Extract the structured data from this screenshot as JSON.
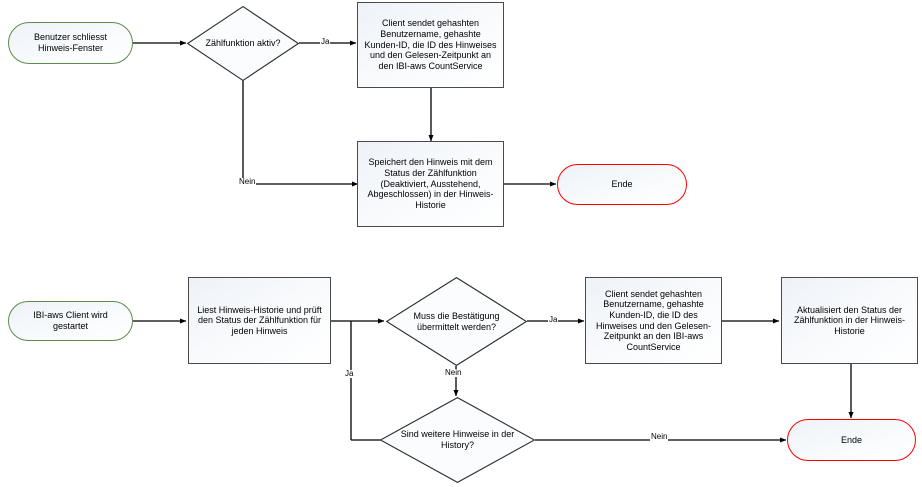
{
  "diagram": {
    "title": "Zaehlfunktion Hinweis Flussdiagramm",
    "colors": {
      "start_border": "#5d8b4c",
      "end_border": "#ff0000",
      "process_border": "#4a4a4a",
      "decision_border": "#2b2b2b",
      "edge": "#000000",
      "fill_light": "#eef2f8",
      "background": "#ffffff"
    },
    "flows": [
      {
        "id": "flow-close-hint-window",
        "nodes": [
          {
            "id": "n1",
            "type": "terminator-start",
            "label": "Benutzer schliesst Hinweis-Fenster"
          },
          {
            "id": "n2",
            "type": "decision",
            "label": "Zählfunktion aktiv?"
          },
          {
            "id": "n3",
            "type": "process",
            "label": "Client sendet gehashten Benutzername, gehashte Kunden-ID, die ID des Hinweises und den Gelesen-Zeitpunkt an den IBI-aws CountService"
          },
          {
            "id": "n4",
            "type": "process",
            "label": "Speichert den Hinweis mit dem Status der Zählfunktion (Deaktiviert, Ausstehend, Abgeschlossen) in der Hinweis-Historie"
          },
          {
            "id": "n5",
            "type": "terminator-end",
            "label": "Ende"
          }
        ],
        "edge_labels": [
          {
            "id": "e1",
            "label": "Ja"
          },
          {
            "id": "e2",
            "label": "Nein"
          }
        ]
      },
      {
        "id": "flow-client-start",
        "nodes": [
          {
            "id": "m1",
            "type": "terminator-start",
            "label": "IBI-aws Client wird gestartet"
          },
          {
            "id": "m2",
            "type": "process",
            "label": "Liest Hinweis-Historie und prüft den Status der Zählfunktion für jeden Hinweis"
          },
          {
            "id": "m3",
            "type": "decision",
            "label": "Muss die Bestätigung übermittelt werden?"
          },
          {
            "id": "m4",
            "type": "process",
            "label": "Client sendet gehashten Benutzername, gehashte Kunden-ID, die ID des Hinweises und den Gelesen-Zeitpunkt an den IBI-aws CountService"
          },
          {
            "id": "m5",
            "type": "process",
            "label": "Aktualisiert den Status der Zählfunktion in der Hinweis-Historie"
          },
          {
            "id": "m6",
            "type": "decision",
            "label": "Sind weitere Hinweise in der History?"
          },
          {
            "id": "m7",
            "type": "terminator-end",
            "label": "Ende"
          }
        ],
        "edge_labels": [
          {
            "id": "f1",
            "label": "Ja"
          },
          {
            "id": "f2",
            "label": "Ja"
          },
          {
            "id": "f3",
            "label": "Nein"
          },
          {
            "id": "f4",
            "label": "Nein"
          }
        ]
      }
    ]
  }
}
